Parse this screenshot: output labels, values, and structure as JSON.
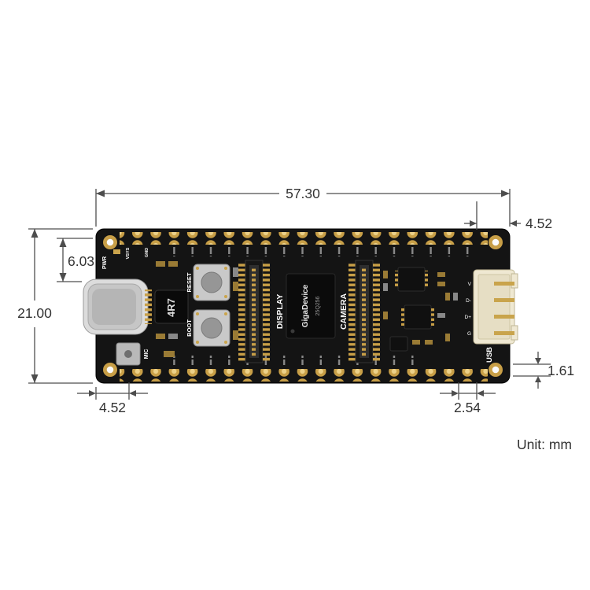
{
  "unit_note": "Unit: mm",
  "dimensions": {
    "board_width": "57.30",
    "pad_edge_offset_top_right": "4.52",
    "usb_offset": "6.03",
    "board_height": "21.00",
    "pad_edge_offset_bottom_left": "4.52",
    "pin_pitch": "2.54",
    "pad_bottom_offset": "1.61"
  },
  "board": {
    "silkscreen": {
      "pwr": "PWR",
      "vsys": "VSYS",
      "gnd": "GND",
      "reset": "RESET",
      "boot": "BOOT",
      "mic": "MIC",
      "display": "DISPLAY",
      "camera": "CAMERA",
      "usb": "USB"
    },
    "components": {
      "inductor": "4R7",
      "chip_line1": "GigaDevice",
      "chip_line2": "25Q256"
    },
    "jst_pins": [
      "V",
      "D-",
      "D+",
      "G"
    ],
    "colors": {
      "pcb": "#141414",
      "pad_gold": "#c89f47",
      "dimension_line": "#4d4d4d"
    }
  }
}
